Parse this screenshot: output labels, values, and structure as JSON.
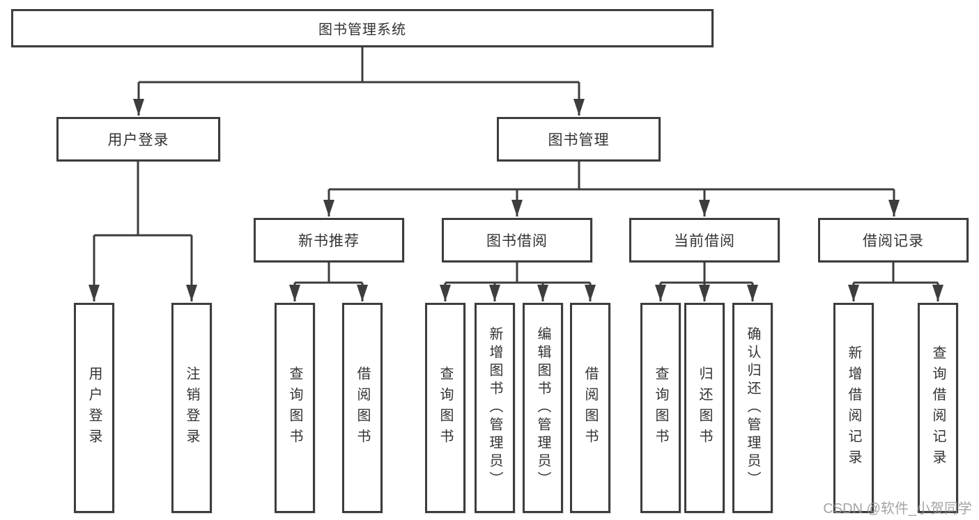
{
  "tree": {
    "root": {
      "label": "图书管理系统"
    },
    "branches": [
      {
        "label": "用户登录",
        "children": [
          {
            "label": "用户登录"
          },
          {
            "label": "注销登录"
          }
        ]
      },
      {
        "label": "图书管理",
        "children": [
          {
            "label": "新书推荐",
            "children": [
              {
                "label": "查询图书"
              },
              {
                "label": "借阅图书"
              }
            ]
          },
          {
            "label": "图书借阅",
            "children": [
              {
                "label": "查询图书"
              },
              {
                "label": "新增图书（管理员）"
              },
              {
                "label": "编辑图书（管理员）"
              },
              {
                "label": "借阅图书"
              }
            ]
          },
          {
            "label": "当前借阅",
            "children": [
              {
                "label": "查询图书"
              },
              {
                "label": "归还图书"
              },
              {
                "label": "确认归还（管理员）"
              }
            ]
          },
          {
            "label": "借阅记录",
            "children": [
              {
                "label": "新增借阅记录"
              },
              {
                "label": "查询借阅记录"
              }
            ]
          }
        ]
      }
    ]
  },
  "watermark": "CSDN @软件_小贺同学",
  "colors": {
    "line": "#3d3d3d",
    "text": "#333333",
    "watermark": "#949494",
    "background": "#ffffff"
  }
}
